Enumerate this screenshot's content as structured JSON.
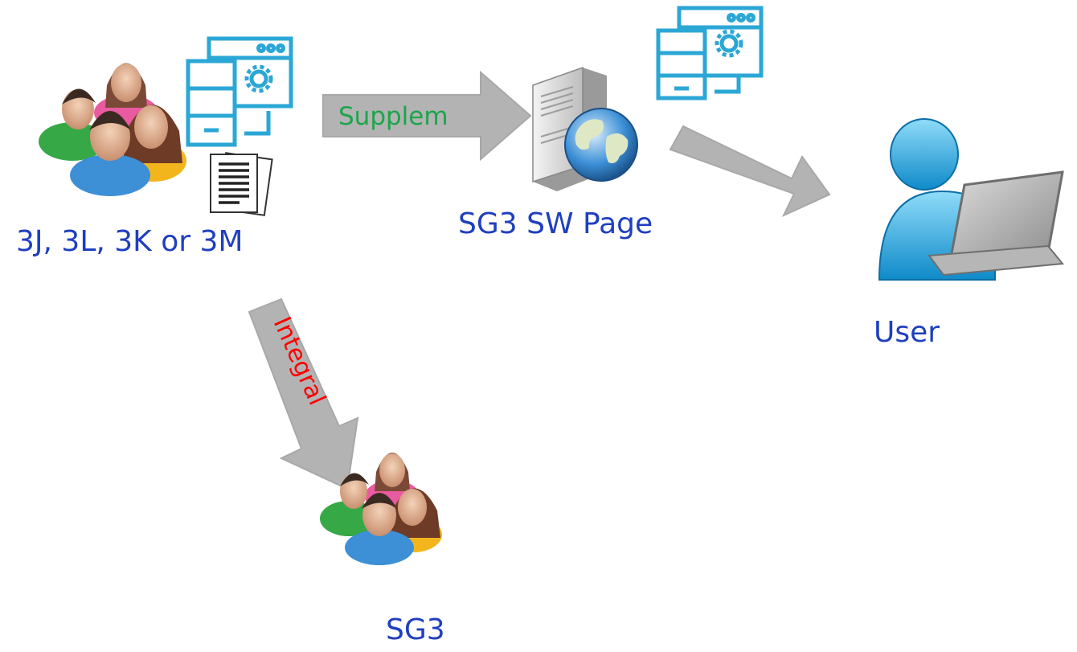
{
  "labels": {
    "source_group": "3J, 3L, 3K or 3M",
    "server": "SG3 SW Page",
    "user": "User",
    "target_group": "SG3"
  },
  "arrows": {
    "supplem": "Supplem",
    "integral": "Integral"
  },
  "icons": {
    "source_group": "people-group-icon",
    "source_software": "software-settings-icon",
    "source_documents": "documents-icon",
    "server": "web-server-globe-icon",
    "server_software": "software-settings-icon",
    "user": "user-laptop-icon",
    "target_group": "people-group-icon"
  },
  "colors": {
    "label_text": "#1f3fbf",
    "supplem_text": "#1aa64a",
    "integral_text": "#ff0000",
    "arrow_fill": "#b3b3b3",
    "software_icon": "#2ba7d6"
  }
}
